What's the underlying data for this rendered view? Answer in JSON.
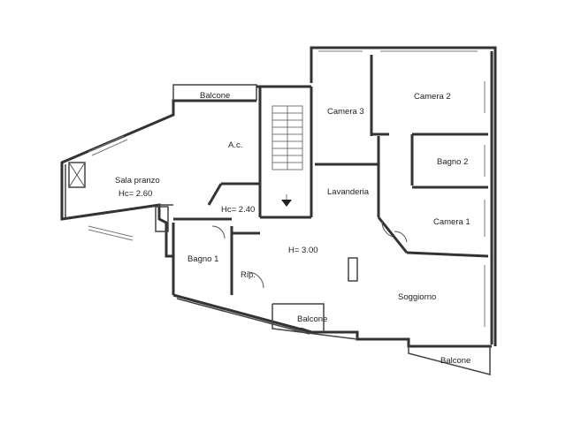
{
  "rooms": {
    "balcone_top": "Balcone",
    "sala_pranzo": "Sala pranzo",
    "sala_pranzo_hc": "Hc= 2.60",
    "ac": "A.c.",
    "hc_240": "Hc= 2.40",
    "bagno1": "Bagno 1",
    "rip": "Rip.",
    "h300": "H= 3.00",
    "camera3": "Camera 3",
    "lavanderia": "Lavanderia",
    "camera2": "Camera 2",
    "bagno2": "Bagno 2",
    "camera1": "Camera 1",
    "soggiorno": "Soggiorno",
    "balcone_mid": "Balcone",
    "balcone_right": "Balcone"
  }
}
